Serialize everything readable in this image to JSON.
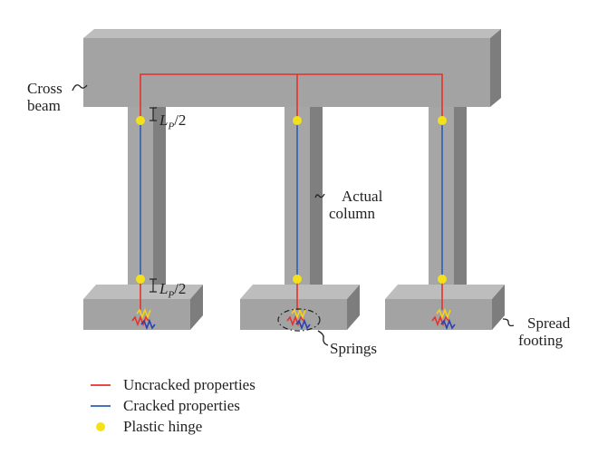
{
  "labels": {
    "cross_beam_1": "Cross",
    "cross_beam_2": "beam",
    "hinge_length": "L",
    "hinge_sub": "P",
    "hinge_div": "/2",
    "actual_column_1": "Actual",
    "actual_column_2": "column",
    "springs": "Springs",
    "spread_footing_1": "Spread",
    "spread_footing_2": "footing"
  },
  "legend": [
    {
      "label": "Uncracked properties",
      "marker": "line",
      "color": "#e8312a"
    },
    {
      "label": "Cracked properties",
      "marker": "line",
      "color": "#2b5fb3"
    },
    {
      "label": "Plastic hinge",
      "marker": "dot",
      "color": "#f5e11a"
    }
  ],
  "colors": {
    "uncracked": "#e8312a",
    "cracked": "#2b5fb3",
    "hinge": "#f5e11a",
    "spring_red": "#e8312a",
    "spring_yellow": "#f5d21a",
    "spring_blue": "#2b40b3"
  }
}
